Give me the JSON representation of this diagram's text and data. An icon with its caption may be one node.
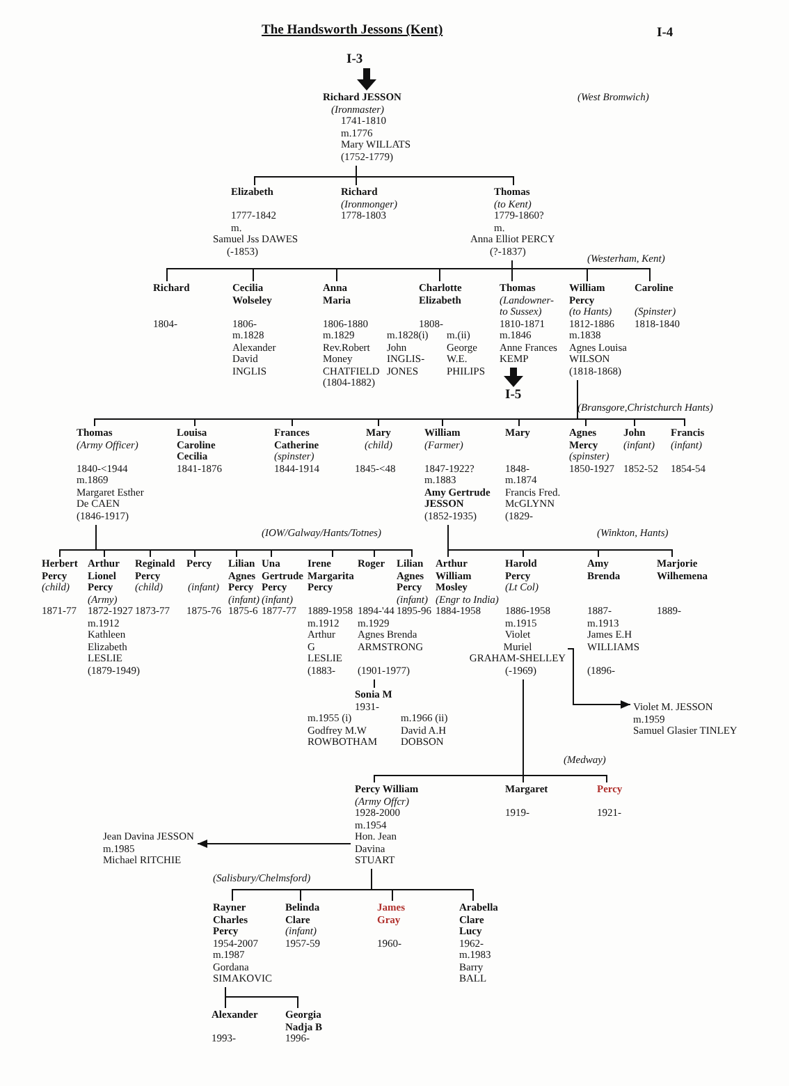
{
  "diagram": {
    "title": "The Handsworth Jessons (Kent)",
    "nodes": [
      {
        "text": [
          "I-3"
        ]
      },
      {
        "text": [
          "Richard JESSON",
          "(Ironmaster)",
          "1741-1810",
          "m.1776",
          "Mary WILLATS",
          "(1752-1779)"
        ]
      },
      {
        "text": [
          "Elizabeth",
          "1777-1842",
          "m.",
          "Samuel Jss DAWES",
          "(-1853)"
        ]
      },
      {
        "text": [
          "Richard",
          "(Ironmonger)",
          "1778-1803"
        ]
      },
      {
        "text": [
          "Thomas",
          "(to Kent)",
          "1779-1860?",
          "m.",
          "Anna Elliot PERCY",
          "(?-1837)"
        ]
      },
      {
        "text": [
          "Richard",
          "1804-"
        ]
      },
      {
        "text": [
          "Cecilia Wolseley",
          "1806-",
          "m.1828",
          "Alexander David INGLIS"
        ]
      },
      {
        "text": [
          "Anna Maria",
          "1806-1880",
          "m.1829",
          "Rev.Robert Money CHATFIELD",
          "(1804-1882)"
        ]
      },
      {
        "text": [
          "Charlotte Elizabeth",
          "1808-",
          "m.1828(i)",
          "John INGLIS-JONES",
          "m.(ii)",
          "George W.E. PHILIPS"
        ]
      },
      {
        "text": [
          "Thomas",
          "(Landowner- to Sussex)",
          "1810-1871",
          "m.1846",
          "Anne Frances KEMP"
        ]
      },
      {
        "text": [
          "I-5"
        ]
      },
      {
        "text": [
          "William Percy",
          "(to Hants)",
          "1812-1886",
          "m.1838",
          "Agnes Louisa WILSON",
          "(1818-1868)"
        ]
      },
      {
        "text": [
          "Caroline",
          "(Spinster)",
          "1818-1840"
        ]
      },
      {
        "text": [
          "Thomas",
          "(Army Officer)",
          "1840-<1944",
          "m.1869",
          "Margaret Esther De CAEN",
          "(1846-1917)"
        ]
      },
      {
        "text": [
          "Louisa Caroline Cecilia",
          "1841-1876"
        ]
      },
      {
        "text": [
          "Frances Catherine",
          "(spinster)",
          "1844-1914"
        ]
      },
      {
        "text": [
          "Mary",
          "(child)",
          "1845-<48"
        ]
      },
      {
        "text": [
          "William",
          "(Farmer)",
          "1847-1922?",
          "m.1883",
          "Amy Gertrude JESSON",
          "(1852-1935)"
        ]
      },
      {
        "text": [
          "Mary",
          "1848-",
          "m.1874",
          "Francis Fred. McGLYNN",
          "(1829-"
        ]
      },
      {
        "text": [
          "Agnes Mercy",
          "(spinster)",
          "1850-1927"
        ]
      },
      {
        "text": [
          "John",
          "(infant)",
          "1852-52"
        ]
      },
      {
        "text": [
          "Francis",
          "(infant)",
          "1854-54"
        ]
      },
      {
        "text": [
          "Herbert Percy",
          "(child)",
          "1871-77"
        ]
      },
      {
        "text": [
          "Arthur Lionel Percy",
          "(Army)",
          "1872-1927",
          "m.1912",
          "Kathleen Elizabeth LESLIE",
          "(1879-1949)"
        ]
      },
      {
        "text": [
          "Reginald Percy",
          "(child)",
          "1873-77"
        ]
      },
      {
        "text": [
          "Percy",
          "(infant)",
          "1875-76"
        ]
      },
      {
        "text": [
          "Lilian Agnes Percy",
          "(infant)",
          "1875-6"
        ]
      },
      {
        "text": [
          "Una Gertrude Percy",
          "(infant)",
          "1877-77"
        ]
      },
      {
        "text": [
          "Irene Margarita Percy",
          "1889-1958",
          "m.1912",
          "Arthur G LESLIE",
          "(1883-"
        ]
      },
      {
        "text": [
          "Roger",
          "1894-'44",
          "m.1929",
          "Agnes Brenda ARMSTRONG",
          "(1901-1977)"
        ]
      },
      {
        "text": [
          "Sonia M",
          "1931-",
          "m.1955 (i)",
          "Godfrey M.W ROWBOTHAM",
          "m.1966 (ii)",
          "David A.H DOBSON"
        ]
      },
      {
        "text": [
          "Lilian Agnes Percy",
          "(infant)",
          "1895-96"
        ]
      },
      {
        "text": [
          "Arthur William Mosley",
          "(Engr to India)",
          "1884-1958"
        ]
      },
      {
        "text": [
          "Harold Percy",
          "(Lt Col)",
          "1886-1958",
          "m.1915",
          "Violet Muriel GRAHAM-SHELLEY",
          "(-1969)"
        ]
      },
      {
        "text": [
          "Amy Brenda",
          "1887-",
          "m.1913",
          "James E.H WILLIAMS",
          "(1896-"
        ]
      },
      {
        "text": [
          "Marjorie Wilhemena",
          "1889-"
        ]
      },
      {
        "text": [
          "Violet M. JESSON",
          "m.1959",
          "Samuel Glasier TINLEY"
        ]
      },
      {
        "text": [
          "Percy William",
          "(Army Offcr)",
          "1928-2000",
          "m.1954",
          "Hon. Jean Davina STUART"
        ]
      },
      {
        "text": [
          "Margaret",
          "1919-"
        ]
      },
      {
        "text": [
          "Percy",
          "1921-"
        ]
      },
      {
        "text": [
          "Jean Davina JESSON",
          "m.1985",
          "Michael RITCHIE"
        ]
      },
      {
        "text": [
          "Rayner Charles Percy",
          "1954-2007",
          "m.1987",
          "Gordana SIMAKOVIC"
        ]
      },
      {
        "text": [
          "Belinda Clare",
          "(infant)",
          "1957-59"
        ]
      },
      {
        "text": [
          "James Gray",
          "1960-"
        ]
      },
      {
        "text": [
          "Arabella Clare Lucy",
          "1962-",
          "m.1983",
          "Barry BALL"
        ]
      },
      {
        "text": [
          "Alexander",
          "1993-"
        ]
      },
      {
        "text": [
          "Georgia Nadja B",
          "1996-"
        ]
      }
    ],
    "edges": [
      {
        "from": 0,
        "to": 1,
        "arrow": "to",
        "style": "thick"
      },
      {
        "from": 1,
        "to": 2,
        "arrow": "none"
      },
      {
        "from": 1,
        "to": 3,
        "arrow": "none"
      },
      {
        "from": 1,
        "to": 4,
        "arrow": "none"
      },
      {
        "from": 4,
        "to": 5,
        "arrow": "none"
      },
      {
        "from": 4,
        "to": 6,
        "arrow": "none"
      },
      {
        "from": 4,
        "to": 7,
        "arrow": "none"
      },
      {
        "from": 4,
        "to": 8,
        "arrow": "none"
      },
      {
        "from": 4,
        "to": 9,
        "arrow": "none"
      },
      {
        "from": 4,
        "to": 11,
        "arrow": "none"
      },
      {
        "from": 4,
        "to": 12,
        "arrow": "none"
      },
      {
        "from": 9,
        "to": 10,
        "arrow": "to",
        "style": "thick"
      },
      {
        "from": 11,
        "to": 13,
        "arrow": "none"
      },
      {
        "from": 11,
        "to": 14,
        "arrow": "none"
      },
      {
        "from": 11,
        "to": 15,
        "arrow": "none"
      },
      {
        "from": 11,
        "to": 16,
        "arrow": "none"
      },
      {
        "from": 11,
        "to": 17,
        "arrow": "none"
      },
      {
        "from": 11,
        "to": 18,
        "arrow": "none"
      },
      {
        "from": 11,
        "to": 19,
        "arrow": "none"
      },
      {
        "from": 11,
        "to": 20,
        "arrow": "none"
      },
      {
        "from": 11,
        "to": 21,
        "arrow": "none"
      },
      {
        "from": 13,
        "to": 22,
        "arrow": "none"
      },
      {
        "from": 13,
        "to": 23,
        "arrow": "none"
      },
      {
        "from": 13,
        "to": 24,
        "arrow": "none"
      },
      {
        "from": 13,
        "to": 25,
        "arrow": "none"
      },
      {
        "from": 13,
        "to": 26,
        "arrow": "none"
      },
      {
        "from": 13,
        "to": 27,
        "arrow": "none"
      },
      {
        "from": 13,
        "to": 28,
        "arrow": "none"
      },
      {
        "from": 13,
        "to": 29,
        "arrow": "none"
      },
      {
        "from": 13,
        "to": 31,
        "arrow": "none"
      },
      {
        "from": 29,
        "to": 30,
        "arrow": "none"
      },
      {
        "from": 17,
        "to": 32,
        "arrow": "none"
      },
      {
        "from": 17,
        "to": 33,
        "arrow": "none"
      },
      {
        "from": 17,
        "to": 34,
        "arrow": "none"
      },
      {
        "from": 17,
        "to": 35,
        "arrow": "none"
      },
      {
        "from": 33,
        "to": 36,
        "arrow": "to"
      },
      {
        "from": 33,
        "to": 37,
        "arrow": "none"
      },
      {
        "from": 33,
        "to": 38,
        "arrow": "none"
      },
      {
        "from": 33,
        "to": 39,
        "arrow": "none"
      },
      {
        "from": 37,
        "to": 40,
        "arrow": "to"
      },
      {
        "from": 37,
        "to": 41,
        "arrow": "none"
      },
      {
        "from": 37,
        "to": 42,
        "arrow": "none"
      },
      {
        "from": 37,
        "to": 43,
        "arrow": "none"
      },
      {
        "from": 37,
        "to": 44,
        "arrow": "none"
      },
      {
        "from": 41,
        "to": 45,
        "arrow": "none"
      },
      {
        "from": 41,
        "to": 46,
        "arrow": "none"
      }
    ],
    "labels": [
      "I-4",
      "(West Bromwich)",
      "(Westerham, Kent)",
      "(Bransgore,Christchurch Hants)",
      "(IOW/Galway/Hants/Totnes)",
      "(Winkton, Hants)",
      "(Medway)",
      "(Salisbury/Chelmsford)"
    ]
  }
}
